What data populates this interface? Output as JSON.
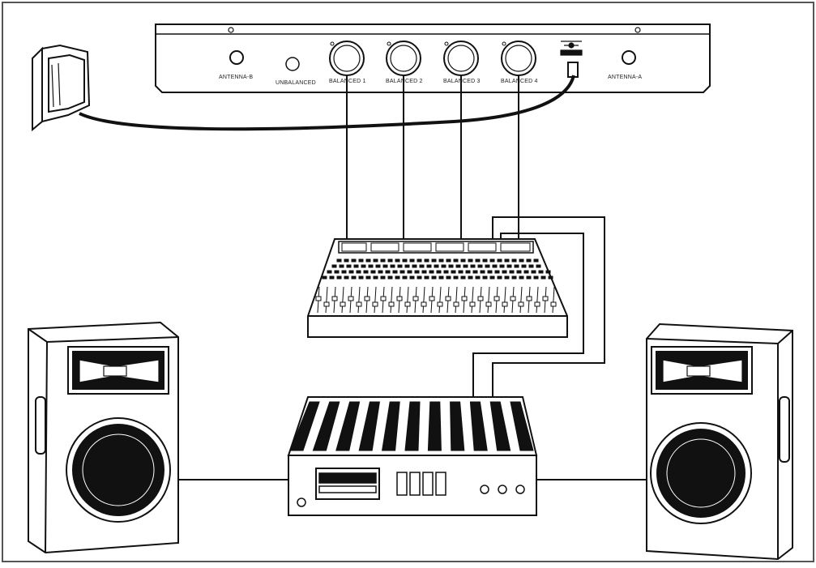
{
  "receiver": {
    "labels": {
      "antenna_b": "ANTENNA-B",
      "unbalanced": "UNBALANCED",
      "balanced_1": "BALANCED 1",
      "balanced_2": "BALANCED 2",
      "balanced_3": "BALANCED 3",
      "balanced_4": "BALANCED 4",
      "antenna_a": "ANTENNA-A"
    }
  },
  "colors": {
    "stroke": "#111111",
    "background": "#ffffff",
    "frame": "#555555"
  }
}
